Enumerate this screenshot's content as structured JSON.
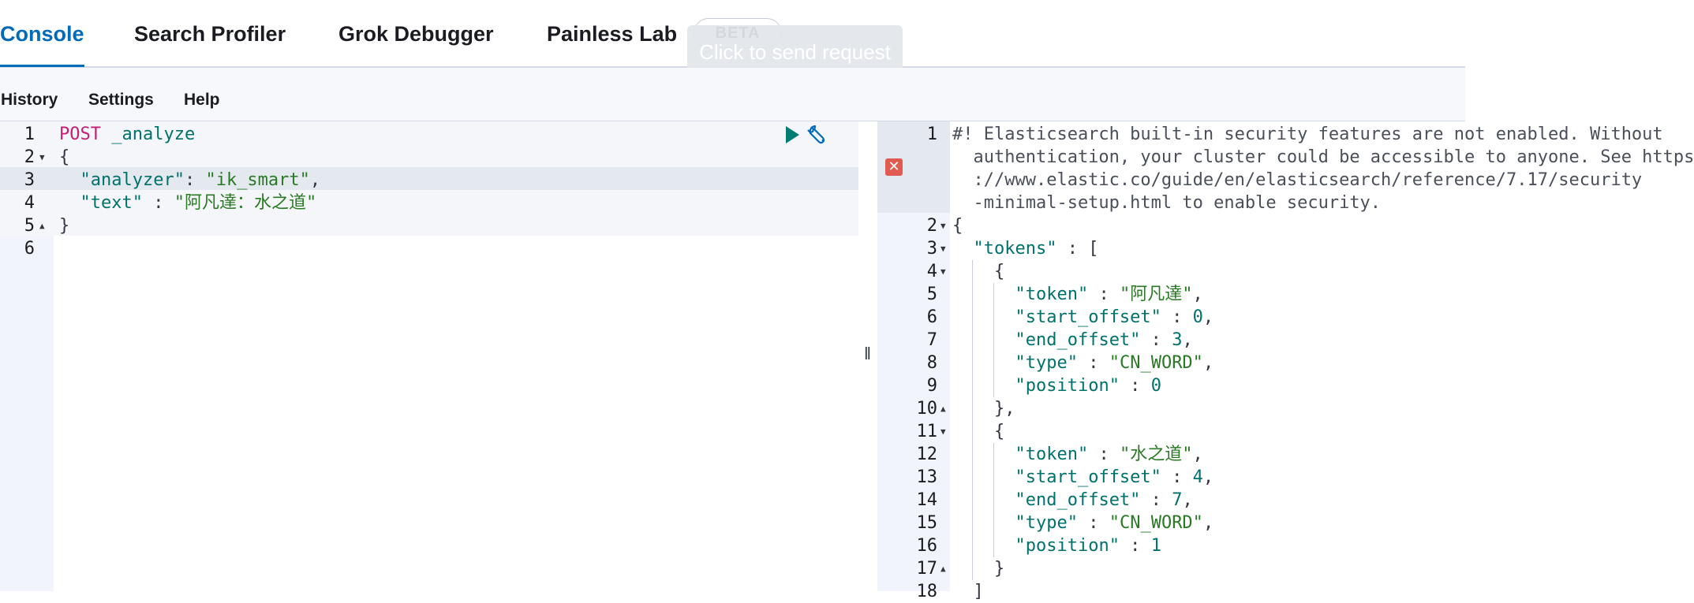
{
  "tabs": [
    {
      "label": "Console",
      "active": true
    },
    {
      "label": "Search Profiler",
      "active": false
    },
    {
      "label": "Grok Debugger",
      "active": false
    },
    {
      "label": "Painless Lab",
      "active": false
    }
  ],
  "beta_badge": "BETA",
  "tooltip": "Click to send request",
  "menu": [
    {
      "label": "History"
    },
    {
      "label": "Settings"
    },
    {
      "label": "Help"
    }
  ],
  "request": {
    "line_numbers": [
      "1",
      "2",
      "3",
      "4",
      "5",
      "6"
    ],
    "method": "POST",
    "path": "_analyze",
    "open_brace": "{",
    "analyzer_key": "\"analyzer\"",
    "analyzer_sep": ": ",
    "analyzer_value": "\"ik_smart\"",
    "comma": ",",
    "text_key": "\"text\"",
    "text_sep": " : ",
    "text_value": "\"阿凡達：水之道\"",
    "close_brace": "}"
  },
  "response": {
    "line_numbers": [
      "1",
      "2",
      "3",
      "4",
      "5",
      "6",
      "7",
      "8",
      "9",
      "10",
      "11",
      "12",
      "13",
      "14",
      "15",
      "16",
      "17",
      "18"
    ],
    "warning_lines": [
      "#! Elasticsearch built-in security features are not enabled. Without",
      "  authentication, your cluster could be accessible to anyone. See https",
      "  ://www.elastic.co/guide/en/elasticsearch/reference/7.17/security",
      "  -minimal-setup.html to enable security."
    ],
    "open_brace": "{",
    "tokens_key": "\"tokens\"",
    "tokens_sep": " : [",
    "obj_open": "{",
    "obj_close_comma": "},",
    "obj_close": "}",
    "close_bracket": "]",
    "entries": [
      {
        "token": "\"阿凡達\"",
        "start_offset": "0",
        "end_offset": "3",
        "type": "\"CN_WORD\"",
        "position": "0"
      },
      {
        "token": "\"水之道\"",
        "start_offset": "4",
        "end_offset": "7",
        "type": "\"CN_WORD\"",
        "position": "1"
      }
    ],
    "labels": {
      "token": "\"token\"",
      "start_offset": "\"start_offset\"",
      "end_offset": "\"end_offset\"",
      "type": "\"type\"",
      "position": "\"position\""
    },
    "sep": " : ",
    "comma": ","
  },
  "colors": {
    "accent": "#006bb8",
    "keyword": "#c61e74",
    "key": "#00726b",
    "string": "#2a7a25",
    "error": "#e05a4f"
  },
  "icons": [
    "play-icon",
    "wrench-icon",
    "error-icon",
    "fold-arrow-icon",
    "drag-handle-icon"
  ]
}
